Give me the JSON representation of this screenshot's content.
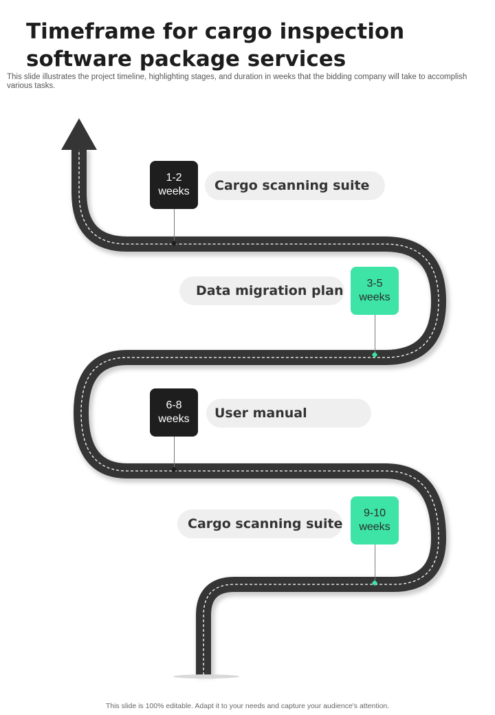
{
  "title": "Timeframe for cargo inspection software package services",
  "subtitle": "This slide illustrates the project timeline, highlighting stages, and duration in weeks that the bidding company will take to accomplish various tasks.",
  "footer": "This slide is 100% editable. Adapt it to your needs and capture your audience's attention.",
  "colors": {
    "dark": "#1e1e1e",
    "accent": "#3de4a6",
    "road": "#353535",
    "pill": "#efefef"
  },
  "milestones": [
    {
      "duration_line1": "1-2",
      "duration_line2": "weeks",
      "label": "Cargo scanning suite",
      "style": "dark"
    },
    {
      "duration_line1": "3-5",
      "duration_line2": "weeks",
      "label": "Data migration plan",
      "style": "green"
    },
    {
      "duration_line1": "6-8",
      "duration_line2": "weeks",
      "label": "User manual",
      "style": "dark"
    },
    {
      "duration_line1": "9-10",
      "duration_line2": "weeks",
      "label": "Cargo scanning suite",
      "style": "green"
    }
  ]
}
